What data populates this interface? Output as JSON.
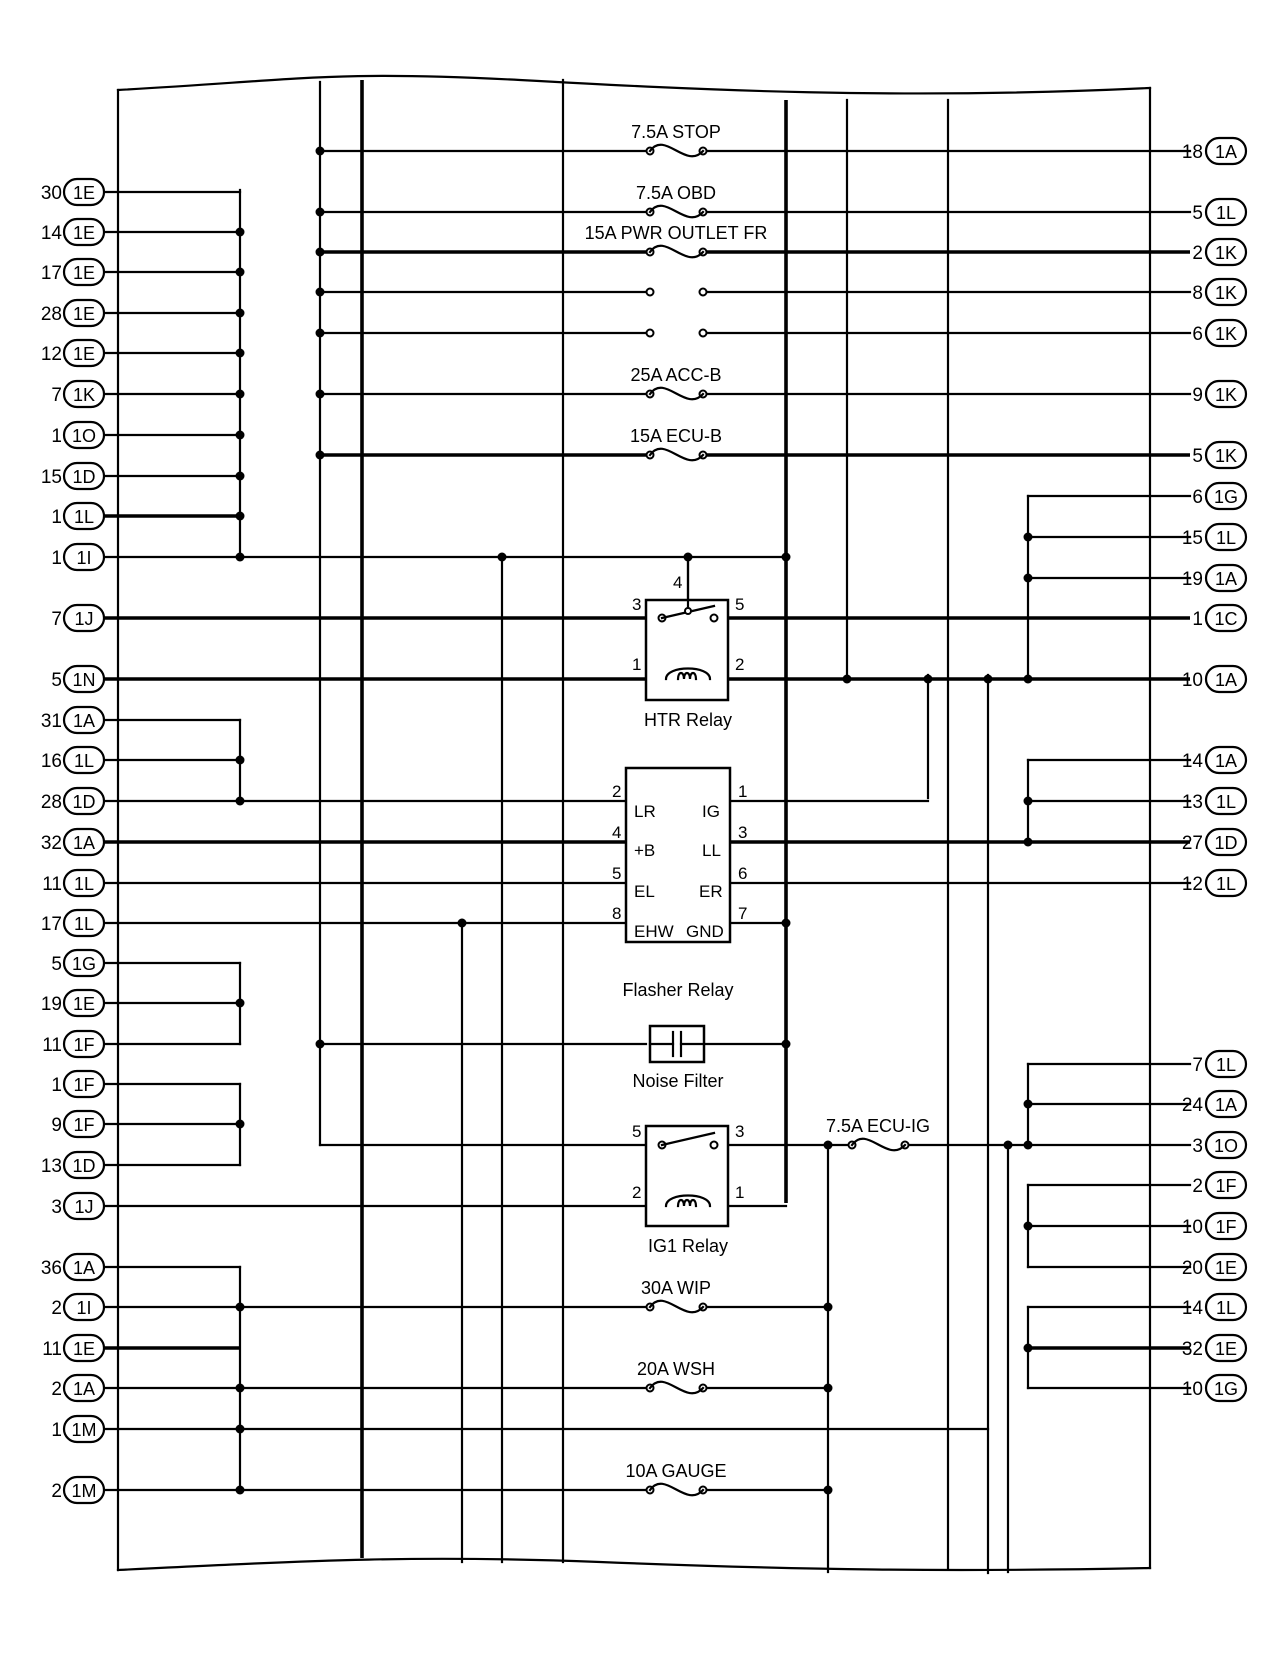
{
  "left_connectors": [
    {
      "pin": "30",
      "conn": "1E"
    },
    {
      "pin": "14",
      "conn": "1E"
    },
    {
      "pin": "17",
      "conn": "1E"
    },
    {
      "pin": "28",
      "conn": "1E"
    },
    {
      "pin": "12",
      "conn": "1E"
    },
    {
      "pin": "7",
      "conn": "1K"
    },
    {
      "pin": "1",
      "conn": "1O"
    },
    {
      "pin": "15",
      "conn": "1D"
    },
    {
      "pin": "1",
      "conn": "1L"
    },
    {
      "pin": "1",
      "conn": "1I"
    },
    {
      "pin": "7",
      "conn": "1J"
    },
    {
      "pin": "5",
      "conn": "1N"
    },
    {
      "pin": "31",
      "conn": "1A"
    },
    {
      "pin": "16",
      "conn": "1L"
    },
    {
      "pin": "28",
      "conn": "1D"
    },
    {
      "pin": "32",
      "conn": "1A"
    },
    {
      "pin": "11",
      "conn": "1L"
    },
    {
      "pin": "17",
      "conn": "1L"
    },
    {
      "pin": "5",
      "conn": "1G"
    },
    {
      "pin": "19",
      "conn": "1E"
    },
    {
      "pin": "11",
      "conn": "1F"
    },
    {
      "pin": "1",
      "conn": "1F"
    },
    {
      "pin": "9",
      "conn": "1F"
    },
    {
      "pin": "13",
      "conn": "1D"
    },
    {
      "pin": "3",
      "conn": "1J"
    },
    {
      "pin": "36",
      "conn": "1A"
    },
    {
      "pin": "2",
      "conn": "1I"
    },
    {
      "pin": "11",
      "conn": "1E"
    },
    {
      "pin": "2",
      "conn": "1A"
    },
    {
      "pin": "1",
      "conn": "1M"
    },
    {
      "pin": "2",
      "conn": "1M"
    }
  ],
  "right_connectors": [
    {
      "pin": "18",
      "conn": "1A"
    },
    {
      "pin": "5",
      "conn": "1L"
    },
    {
      "pin": "2",
      "conn": "1K"
    },
    {
      "pin": "8",
      "conn": "1K"
    },
    {
      "pin": "6",
      "conn": "1K"
    },
    {
      "pin": "9",
      "conn": "1K"
    },
    {
      "pin": "5",
      "conn": "1K"
    },
    {
      "pin": "6",
      "conn": "1G"
    },
    {
      "pin": "15",
      "conn": "1L"
    },
    {
      "pin": "19",
      "conn": "1A"
    },
    {
      "pin": "1",
      "conn": "1C"
    },
    {
      "pin": "10",
      "conn": "1A"
    },
    {
      "pin": "14",
      "conn": "1A"
    },
    {
      "pin": "13",
      "conn": "1L"
    },
    {
      "pin": "27",
      "conn": "1D"
    },
    {
      "pin": "12",
      "conn": "1L"
    },
    {
      "pin": "7",
      "conn": "1L"
    },
    {
      "pin": "24",
      "conn": "1A"
    },
    {
      "pin": "3",
      "conn": "1O"
    },
    {
      "pin": "2",
      "conn": "1F"
    },
    {
      "pin": "10",
      "conn": "1F"
    },
    {
      "pin": "20",
      "conn": "1E"
    },
    {
      "pin": "14",
      "conn": "1L"
    },
    {
      "pin": "32",
      "conn": "1E"
    },
    {
      "pin": "10",
      "conn": "1G"
    }
  ],
  "fuses": {
    "stop": "7.5A STOP",
    "obd": "7.5A OBD",
    "pwr_outlet": "15A PWR OUTLET FR",
    "acc_b": "25A ACC-B",
    "ecu_b": "15A ECU-B",
    "ecu_ig": "7.5A ECU-IG",
    "wip": "30A WIP",
    "wsh": "20A WSH",
    "gauge": "10A GAUGE"
  },
  "htr_relay": {
    "name": "HTR Relay",
    "pins": {
      "p1": "1",
      "p2": "2",
      "p3": "3",
      "p4": "4",
      "p5": "5"
    }
  },
  "flasher_relay": {
    "name": "Flasher Relay",
    "pins_left": [
      {
        "num": "2",
        "label": "LR"
      },
      {
        "num": "4",
        "label": "+B"
      },
      {
        "num": "5",
        "label": "EL"
      },
      {
        "num": "8",
        "label": "EHW"
      }
    ],
    "pins_right": [
      {
        "num": "1",
        "label": "IG"
      },
      {
        "num": "3",
        "label": "LL"
      },
      {
        "num": "6",
        "label": "ER"
      },
      {
        "num": "7",
        "label": "GND"
      }
    ]
  },
  "noise_filter": {
    "name": "Noise Filter"
  },
  "ig1_relay": {
    "name": "IG1 Relay",
    "pins": {
      "p1": "1",
      "p2": "2",
      "p3": "3",
      "p5": "5"
    }
  }
}
